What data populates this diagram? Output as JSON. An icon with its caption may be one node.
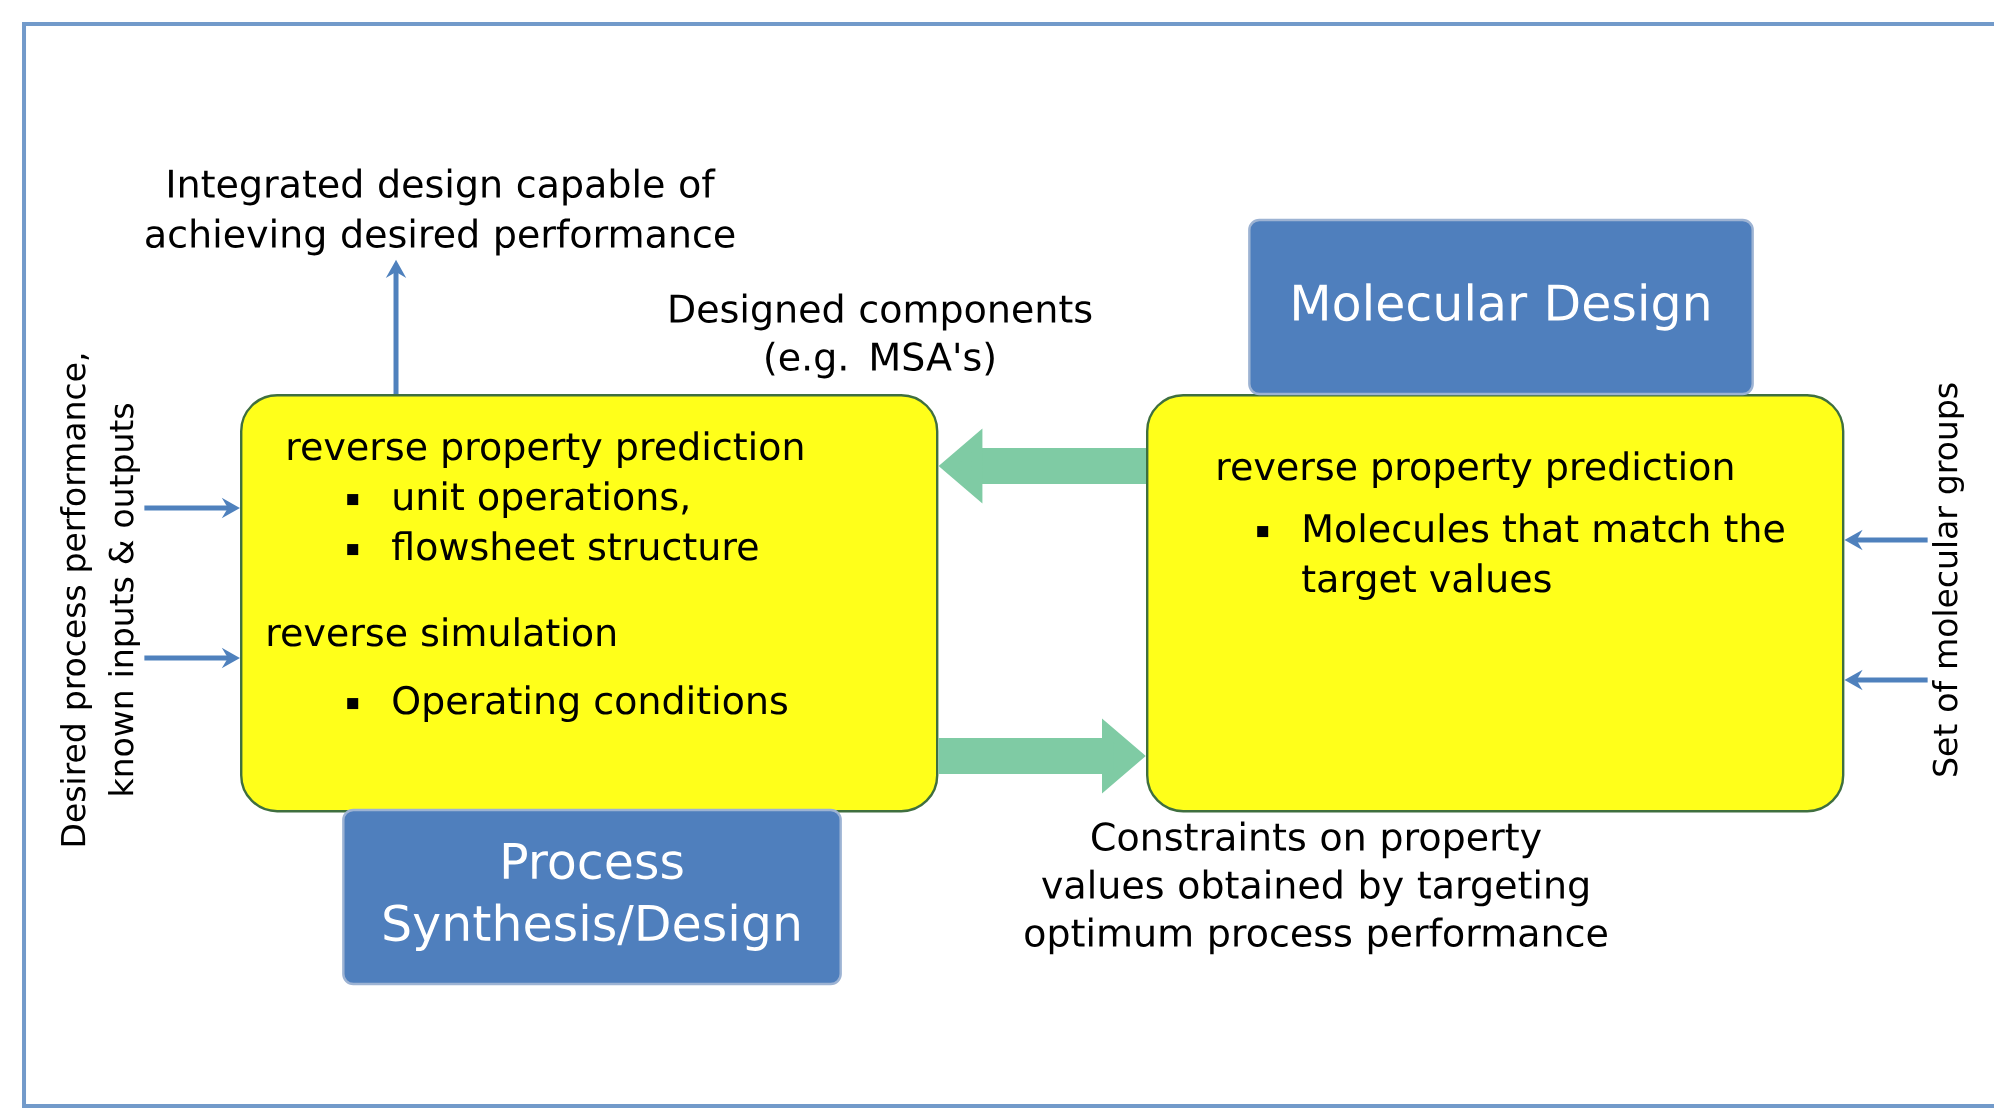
{
  "diagram": {
    "nodes": [
      {
        "text": [
          "reverse property prediction",
          "unit operations,",
          "flowsheet structure",
          "reverse simulation",
          "Operating conditions"
        ]
      },
      {
        "text": [
          "reverse property prediction",
          "Molecules that match the target values"
        ]
      },
      {
        "text": [
          "Process Synthesis/Design"
        ]
      },
      {
        "text": [
          "Molecular Design"
        ]
      },
      {
        "text": [
          "Integrated design capable of achieving desired performance"
        ]
      },
      {
        "text": [
          "Desired process performance, known inputs & outputs"
        ]
      },
      {
        "text": [
          "Set of molecular groups"
        ]
      }
    ],
    "edges": [
      {
        "from": 0,
        "to": 4,
        "arrow": "to"
      },
      {
        "from": 5,
        "to": 0,
        "arrow": "to"
      },
      {
        "from": 5,
        "to": 0,
        "arrow": "to"
      },
      {
        "from": 1,
        "to": 0,
        "arrow": "to",
        "label": "Designed components (e.g. MSA's)",
        "style": "thick",
        "color": "#7fcba4"
      },
      {
        "from": 0,
        "to": 1,
        "arrow": "to",
        "label": "Constraints on property values obtained by targeting optimum process performance",
        "style": "thick",
        "color": "#7fcba4"
      },
      {
        "from": 6,
        "to": 1,
        "arrow": "to"
      },
      {
        "from": 6,
        "to": 1,
        "arrow": "to"
      }
    ]
  }
}
